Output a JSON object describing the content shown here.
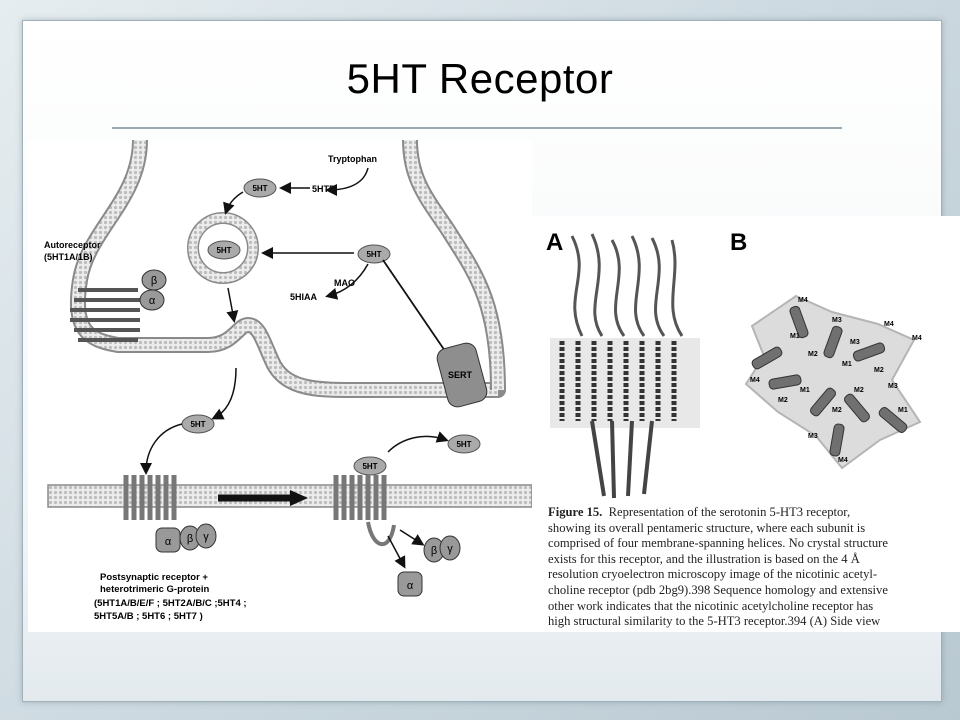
{
  "slide": {
    "title": "5HT Receptor"
  },
  "left_figure": {
    "labels": {
      "tryptophan": "Tryptophan",
      "5htp": "5HTP",
      "5ht": "5HT",
      "mao": "MAO",
      "5hiaa": "5HIAA",
      "sert": "SERT",
      "autoreceptor_line1": "Autoreceptor",
      "autoreceptor_line2": "(5HT1A/1B)",
      "alpha": "α",
      "beta": "β",
      "gamma": "γ"
    },
    "postsynaptic_lines": [
      "Postsynaptic receptor +",
      "heterotrimeric G-protein",
      "(5HT1A/B/E/F ; 5HT2A/B/C ;5HT4 ;",
      "5HT5A/B ; 5HT6 ; 5HT7 )"
    ]
  },
  "right_figure": {
    "panel_a": "A",
    "panel_b": "B",
    "helix_labels": [
      "M4",
      "M3",
      "M1",
      "M2",
      "M4",
      "M3",
      "M1",
      "M2",
      "M4",
      "M3",
      "M2",
      "M1",
      "M4",
      "M2",
      "M1",
      "M2",
      "M3",
      "M4"
    ],
    "caption_bold": "Figure 15.",
    "caption_lines": [
      "Representation of the serotonin 5-HT3 receptor,",
      "showing its overall pentameric structure, where each subunit is",
      "comprised of four membrane-spanning helices. No crystal structure",
      "exists for this receptor, and the illustration is based on the 4 Å",
      "resolution cryoelectron microscopy image of the nicotinic acetyl-",
      "choline receptor (pdb 2bg9).398 Sequence homology and extensive",
      "other work indicates that the nicotinic acetylcholine receptor has",
      "high structural similarity to the 5-HT3 receptor.394 (A) Side view"
    ]
  },
  "colors": {
    "membrane": "#d9d9d9",
    "membrane_edge": "#7a7a7a",
    "protein": "#9a9a9a",
    "dark": "#333333"
  }
}
